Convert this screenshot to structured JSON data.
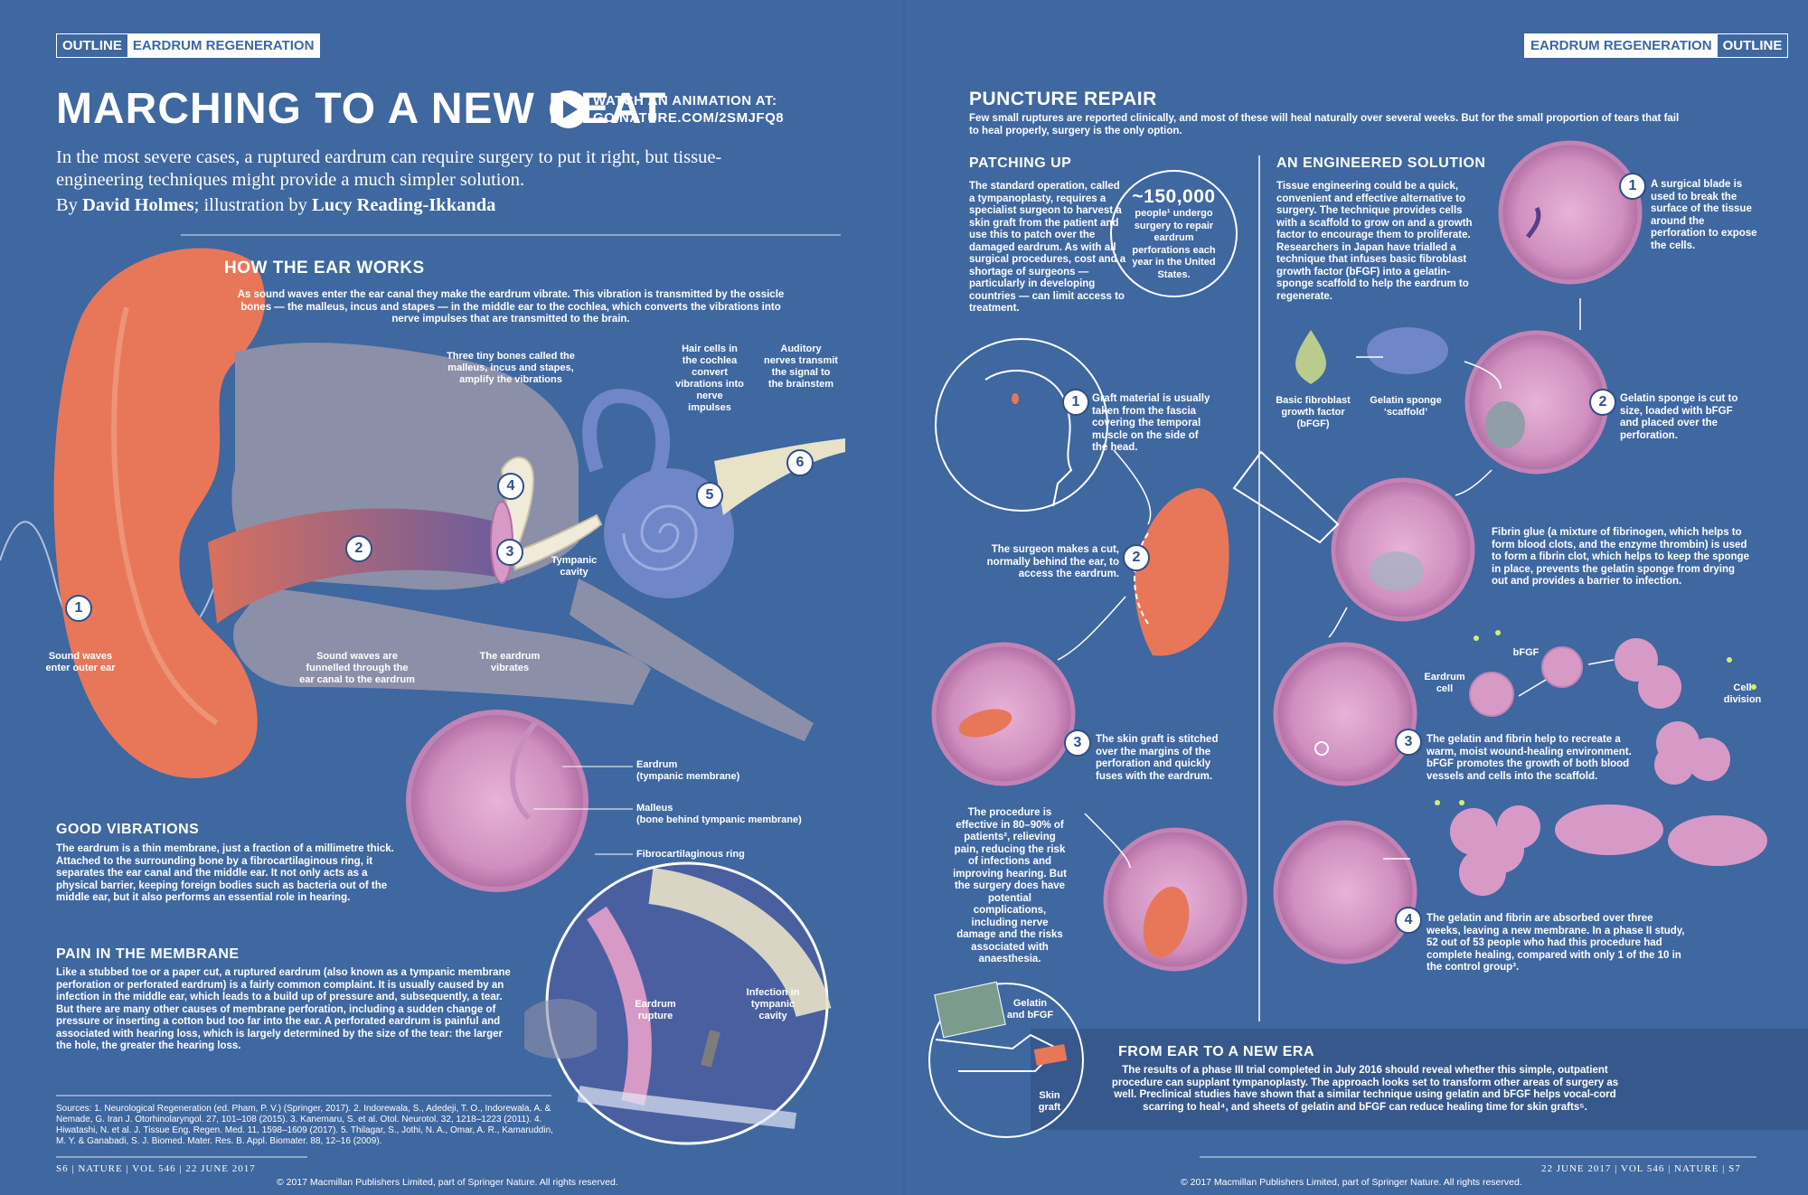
{
  "left_tag": {
    "outline": "OUTLINE",
    "section": "EARDRUM REGENERATION"
  },
  "right_tag": {
    "section": "EARDRUM REGENERATION",
    "outline": "OUTLINE"
  },
  "title": "MARCHING TO A NEW BEAT",
  "watch": {
    "line1": "WATCH AN ANIMATION AT:",
    "line2": "GO.NATURE.COM/2SMJFQ8"
  },
  "intro": "In the most severe cases, a ruptured eardrum can require surgery to put it right, but tissue-engineering techniques might provide a much simpler solution.",
  "byline": {
    "by": "By ",
    "author": "David Holmes",
    "mid": "; illustration by ",
    "illustrator": "Lucy Reading-Ikkanda"
  },
  "how_ear_works": {
    "heading": "HOW THE EAR WORKS",
    "text": "As sound waves enter the ear canal they make the eardrum vibrate. This vibration is transmitted by the ossicle bones — the malleus, incus and stapes — in the middle ear to the cochlea, which converts the vibrations into nerve impulses that are transmitted to the brain.",
    "steps": [
      {
        "n": "1",
        "text": "Sound waves enter outer ear"
      },
      {
        "n": "2",
        "text": "Sound waves are funnelled through the ear canal to the eardrum"
      },
      {
        "n": "3",
        "text": "The eardrum vibrates"
      },
      {
        "n": "4",
        "text": "Three tiny bones called the malleus, incus and stapes, amplify the vibrations"
      },
      {
        "n": "5",
        "text": "Hair cells in the cochlea convert vibrations into nerve impulses"
      },
      {
        "n": "6",
        "text": "Auditory nerves transmit the signal to the brainstem"
      }
    ],
    "tympanic_cavity": "Tympanic cavity"
  },
  "eardrum_labels": {
    "eardrum": "Eardrum",
    "eardrum_sub": "(tympanic membrane)",
    "malleus": "Malleus",
    "malleus_sub": "(bone behind tympanic membrane)",
    "ring": "Fibrocartilaginous ring"
  },
  "good_vibrations": {
    "heading": "GOOD VIBRATIONS",
    "text": "The eardrum is a thin membrane, just a fraction of a millimetre thick. Attached to the surrounding bone by a fibrocartilaginous ring, it separates the ear canal and the middle ear. It not only acts as a physical barrier, keeping foreign bodies such as bacteria out of the middle ear, but it also performs an essential role in hearing."
  },
  "pain": {
    "heading": "PAIN IN THE MEMBRANE",
    "text": "Like a stubbed toe or a paper cut, a ruptured eardrum (also known as a tympanic membrane perforation or perforated eardrum) is a fairly common complaint. It is usually caused by an infection in the middle ear, which leads to a build up of pressure and, subsequently, a tear. But there are many other causes of membrane perforation, including a sudden change of pressure or inserting a cotton bud too far into the ear. A perforated eardrum is painful and associated with hearing loss, which is largely determined by the size of the tear: the larger the hole, the greater the hearing loss.",
    "rupture": "Eardrum rupture",
    "infection": "Infection in tympanic cavity"
  },
  "sources": "Sources: 1. Neurological Regeneration (ed. Pham, P. V.) (Springer, 2017). 2. Indorewala, S., Adedeji, T. O., Indorewala, A. & Nemade, G. Iran J. Otorhinolaryngol. 27, 101–108 (2015). 3. Kanemaru, S. et al. Otol. Neurotol. 32, 1218–1223 (2011). 4. Hiwatashi, N. et al. J. Tissue Eng. Regen. Med. 11, 1598–1609 (2017). 5. Thilagar, S., Jothi, N. A., Omar, A. R., Kamaruddin, M. Y. & Ganabadi, S. J. Biomed. Mater. Res. B. Appl. Biomater. 88, 12–16 (2009).",
  "footer_left": "S6 | NATURE | VOL 546 | 22 JUNE 2017",
  "footer_right": "22 JUNE 2017 | VOL 546 | NATURE | S7",
  "copyright": "© 2017 Macmillan Publishers Limited, part of Springer Nature. All rights reserved.",
  "puncture": {
    "heading": "PUNCTURE REPAIR",
    "text": "Few small ruptures are reported clinically, and most of these will heal naturally over several weeks. But for the small proportion of tears that fail to heal properly, surgery is the only option."
  },
  "patching": {
    "heading": "PATCHING UP",
    "text": "The standard operation, called a tympanoplasty, requires a specialist surgeon to harvest a skin graft from the patient and use this to patch over the damaged eardrum. As with all surgical procedures, cost and a shortage of surgeons — particularly in developing countries — can limit access to treatment.",
    "stat_value": "~150,000",
    "stat_text": "people¹ undergo surgery to repair eardrum perforations each year in the United States.",
    "step1": "Graft material is usually taken from the fascia covering the temporal muscle on the side of the head.",
    "step2": "The surgeon makes a cut, normally behind the ear, to access the eardrum.",
    "step3": "The skin graft is stitched over the margins of the perforation and quickly fuses with the eardrum.",
    "outcome": "The procedure is effective in 80–90% of patients², relieving pain, reducing the risk of infections and improving hearing. But the surgery does have potential complications, including nerve damage and the risks associated with anaesthesia."
  },
  "engineered": {
    "heading": "AN ENGINEERED SOLUTION",
    "text": "Tissue engineering could be a quick, convenient and effective alternative to surgery. The technique provides cells with a scaffold to grow on and a growth factor to encourage them to proliferate. Researchers in Japan have trialled a technique that infuses basic fibroblast growth factor (bFGF) into a gelatin-sponge scaffold to help the eardrum to regenerate.",
    "bfgf_label": "Basic fibroblast growth factor (bFGF)",
    "sponge_label": "Gelatin sponge ‘scaffold’",
    "step1": "A surgical blade is used to break the surface of the tissue around the perforation to expose the cells.",
    "step2": "Gelatin sponge is cut to size, loaded with bFGF and placed over the perforation.",
    "fibrin": "Fibrin glue (a mixture of fibrinogen, which helps to form blood clots, and the enzyme thrombin) is used to form a fibrin clot, which helps to keep the sponge in place, prevents the gelatin sponge from drying out and provides a barrier to infection.",
    "eardrum_cell": "Eardrum cell",
    "bfgf_small": "bFGF",
    "cell_division": "Cell division",
    "step3": "The gelatin and fibrin help to recreate a warm, moist wound-healing environment. bFGF promotes the growth of both blood vessels and cells into the scaffold.",
    "step4": "The gelatin and fibrin are absorbed over three weeks, leaving a new membrane. In a phase II study, 52 out of 53 people who had this procedure had complete healing, compared with only 1 of the 10 in the control group³."
  },
  "new_era": {
    "heading": "FROM EAR TO A NEW ERA",
    "text": "The results of a phase III trial completed in July 2016 should reveal whether this simple, outpatient procedure can supplant tympanoplasty. The approach looks set to transform other areas of surgery as well. Preclinical studies have shown that a similar technique using gelatin and bFGF helps vocal-cord scarring to heal⁴, and sheets of gelatin and bFGF can reduce healing time for skin grafts⁵.",
    "gelatin": "Gelatin and bFGF",
    "skin": "Skin graft"
  },
  "colors": {
    "background": "#3f67a0",
    "ear": "#e8775a",
    "membrane": "#d79ac6",
    "cochlea": "#6f86c8"
  }
}
